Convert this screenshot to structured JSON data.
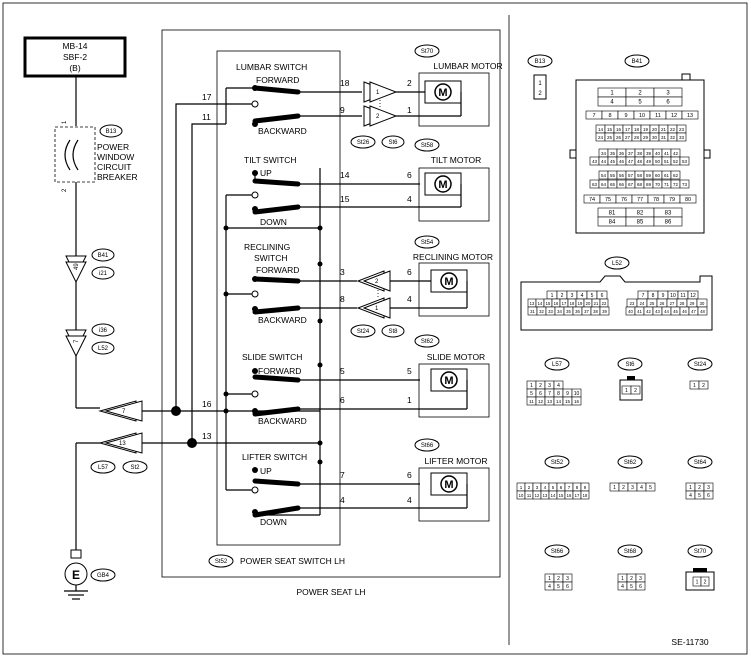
{
  "fuse_box": {
    "line1": "MB-14",
    "line2": "SBF-2",
    "line3": "(B)"
  },
  "breaker": {
    "id": "B13",
    "line1": "POWER",
    "line2": "WINDOW",
    "line3": "CIRCUIT",
    "line4": "BREAKER",
    "pin_top": "1",
    "pin_bottom": "2"
  },
  "connectors": {
    "b41": "B41",
    "i21": "i21",
    "i21_pin": "49",
    "i36": "i36",
    "l52": "L52",
    "l52_pin": "7",
    "l57": "L57",
    "st2": "St2",
    "st2_pin_7": "7",
    "st2_pin_13": "13",
    "gb4": "GB4",
    "ground": "E"
  },
  "wires": {
    "w17": "17",
    "w11": "11",
    "w16": "16",
    "w13": "13"
  },
  "outer_title": "POWER SEAT LH",
  "switch_title": "POWER SEAT SWITCH LH",
  "switch_id": "St52",
  "switches": {
    "lumbar": {
      "title": "LUMBAR SWITCH",
      "up": "FORWARD",
      "down": "BACKWARD"
    },
    "tilt": {
      "title": "TILT SWITCH",
      "up": "UP",
      "down": "DOWN"
    },
    "reclining": {
      "title1": "RECLINING",
      "title2": "SWITCH",
      "up": "FORWARD",
      "down": "BACKWARD"
    },
    "slide": {
      "title": "SLIDE SWITCH",
      "up": "FORWARD",
      "down": "BACKWARD"
    },
    "lifter": {
      "title": "LIFTER SWITCH",
      "up": "UP",
      "down": "DOWN"
    }
  },
  "motors": {
    "lumbar": {
      "name": "LUMBAR MOTOR",
      "id": "St70",
      "pin_a": "2",
      "pin_b": "1"
    },
    "tilt": {
      "name": "TILT MOTOR",
      "id": "St58",
      "pin_a": "6",
      "pin_b": "4"
    },
    "reclining": {
      "name": "RECLINING MOTOR",
      "id": "St54",
      "pin_a": "6",
      "pin_b": "4"
    },
    "slide": {
      "name": "SLIDE MOTOR",
      "id": "St62",
      "pin_a": "5",
      "pin_b": "1"
    },
    "lifter": {
      "name": "LIFTER MOTOR",
      "id": "St66",
      "pin_a": "6",
      "pin_b": "4"
    },
    "m": "M"
  },
  "switch_pins": {
    "lumbar": [
      "18",
      "9"
    ],
    "tilt": [
      "14",
      "15"
    ],
    "reclining": [
      "3",
      "8"
    ],
    "slide": [
      "5",
      "6"
    ],
    "lifter": [
      "7",
      "4"
    ]
  },
  "relay_pins": {
    "lumbar": [
      "1",
      "2"
    ],
    "reclining": [
      "2",
      "1"
    ]
  },
  "relay_ids": {
    "st26": "St26",
    "st6": "St6",
    "st24": "St24",
    "st8": "St8"
  },
  "right_panel": {
    "b13": "B13",
    "b41": "B41",
    "l52": "L52",
    "l57": "L57",
    "st6": "St6",
    "st24": "St24",
    "st52": "St52",
    "st62": "St62",
    "st64": "St64",
    "st66": "St66",
    "st68": "St68",
    "st70": "St70",
    "b13_pins": [
      "1",
      "2"
    ],
    "b41_r1": [
      "1",
      "2",
      "3"
    ],
    "b41_r2": [
      "4",
      "5",
      "6"
    ],
    "b41_r3": [
      "7",
      "8",
      "9",
      "10",
      "11",
      "12",
      "13"
    ],
    "b41_r4": [
      "14",
      "15",
      "16",
      "17",
      "18",
      "19",
      "20",
      "21",
      "22",
      "23"
    ],
    "b41_r5": [
      "24",
      "25",
      "26",
      "27",
      "28",
      "29",
      "30",
      "31",
      "32",
      "33"
    ],
    "b41_r6": [
      "34",
      "35",
      "36",
      "37",
      "38",
      "39",
      "40",
      "41",
      "42"
    ],
    "b41_r7": [
      "43",
      "44",
      "45",
      "46",
      "47",
      "48",
      "49",
      "50",
      "51",
      "52",
      "53"
    ],
    "b41_r8": [
      "54",
      "55",
      "56",
      "57",
      "58",
      "59",
      "60",
      "61",
      "62"
    ],
    "b41_r9": [
      "63",
      "64",
      "65",
      "66",
      "67",
      "68",
      "69",
      "70",
      "71",
      "72",
      "73"
    ],
    "b41_r10": [
      "74",
      "75",
      "76",
      "77",
      "78",
      "79",
      "80"
    ],
    "b41_r11": [
      "81",
      "82",
      "83"
    ],
    "b41_r12": [
      "84",
      "85",
      "86"
    ],
    "l52_lt1": [
      "1",
      "2",
      "3",
      "4",
      "5",
      "6"
    ],
    "l52_lt2": [
      "13",
      "14",
      "15",
      "16",
      "17",
      "18",
      "19",
      "20",
      "21",
      "22"
    ],
    "l52_lt3": [
      "31",
      "32",
      "33",
      "34",
      "35",
      "36",
      "37",
      "38",
      "39"
    ],
    "l52_rt1": [
      "7",
      "8",
      "9",
      "10",
      "11",
      "12"
    ],
    "l52_rt2": [
      "23",
      "24",
      "25",
      "26",
      "27",
      "28",
      "29",
      "30"
    ],
    "l52_rt3": [
      "40",
      "41",
      "42",
      "43",
      "44",
      "45",
      "46",
      "47",
      "48"
    ],
    "l57_r1": [
      "1",
      "2",
      "3",
      "4"
    ],
    "l57_r2": [
      "5",
      "6",
      "7",
      "8",
      "9",
      "10"
    ],
    "l57_r3": [
      "11",
      "12",
      "13",
      "14",
      "15",
      "16"
    ],
    "st6_pins": [
      "1",
      "2"
    ],
    "st24_pins": [
      "1",
      "2"
    ],
    "st52_r1": [
      "1",
      "2",
      "3",
      "4",
      "5",
      "6",
      "7",
      "8",
      "9"
    ],
    "st52_r2": [
      "10",
      "11",
      "12",
      "13",
      "14",
      "15",
      "16",
      "17",
      "18"
    ],
    "st62_pins": [
      "1",
      "2",
      "3",
      "4",
      "5"
    ],
    "st64_r1": [
      "1",
      "2",
      "3"
    ],
    "st64_r2": [
      "4",
      "5",
      "6"
    ],
    "st66_r1": [
      "1",
      "2",
      "3"
    ],
    "st66_r2": [
      "4",
      "5",
      "6"
    ],
    "st68_r1": [
      "1",
      "2",
      "3"
    ],
    "st68_r2": [
      "4",
      "5",
      "6"
    ],
    "st70_pins": [
      "1",
      "2"
    ]
  },
  "code": "SE-11730"
}
